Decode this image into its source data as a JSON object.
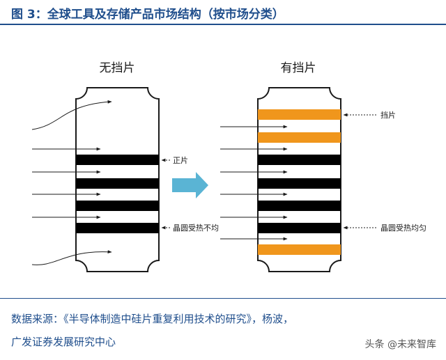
{
  "figure_title": "图 3：全球工具及存储产品市场结构（按市场分类）",
  "left_panel": {
    "heading": "无挡片",
    "label_wafer": "正片",
    "label_heating": "晶圆受热不均"
  },
  "right_panel": {
    "heading": "有挡片",
    "label_dummy": "挡片",
    "label_heating": "晶圆受热均匀"
  },
  "source_line1": "数据来源：《半导体制造中硅片重复利用技术的研究》，杨波，",
  "source_line2": "广发证券发展研究中心",
  "watermark": "头条 @未来智库",
  "colors": {
    "title": "#1f4e8c",
    "wafer": "#000000",
    "dummy_wafer": "#f0961c",
    "transition_arrow": "#5ab4d4",
    "outline": "#1a1a1a"
  }
}
